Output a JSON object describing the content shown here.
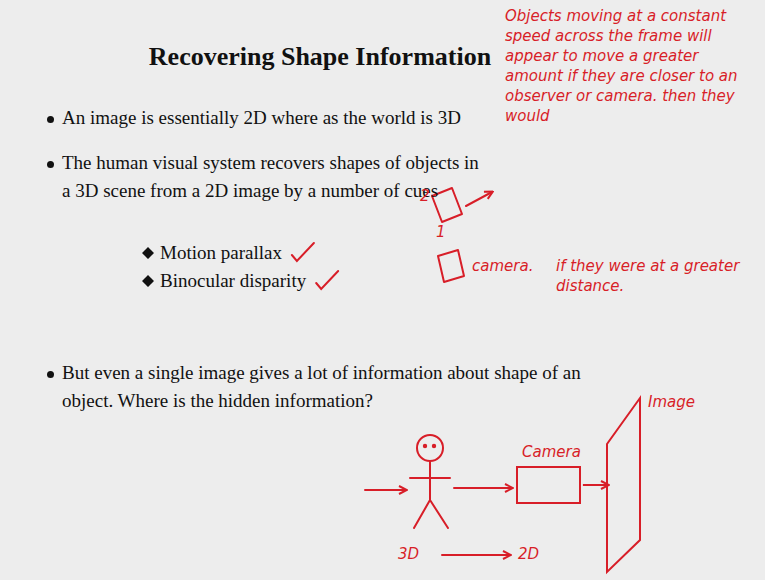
{
  "diagram": {
    "title": "Recovering Shape Information",
    "nodes": [
      {
        "text": [
          "Camera"
        ]
      },
      {
        "text": [
          "Image"
        ]
      }
    ],
    "edges": [
      {
        "from": 0,
        "to": 1,
        "arrow": "to"
      }
    ],
    "labels": [
      "An image is essentially 2D where as the world is 3D",
      "The human visual system recovers shapes of objects in a 3D scene from a 2D image by a number of cues",
      "Motion parallax",
      "Binocular disparity",
      "But even a single image gives a lot of information about shape of an object. Where is the hidden information?",
      "Objects moving at a constant speed across the frame will appear to move a greater amount if they are closer to an observer or camera. then they would",
      "2",
      "1",
      "camera.",
      "if they were at a greater distance.",
      "3D",
      "2D"
    ]
  }
}
